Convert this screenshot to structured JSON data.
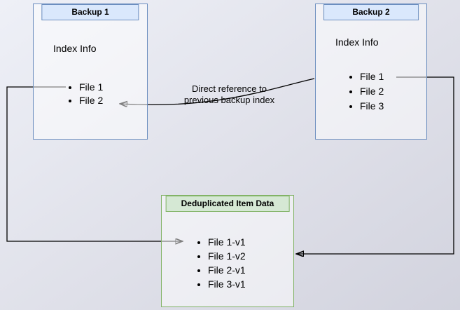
{
  "backup1": {
    "title": "Backup 1",
    "header": "Index Info",
    "items": [
      "File 1",
      "File 2"
    ]
  },
  "backup2": {
    "title": "Backup 2",
    "header": "Index Info",
    "items": [
      "File 1",
      "File 2",
      "File 3"
    ]
  },
  "dedup": {
    "title": "Deduplicated Item Data",
    "items": [
      "File 1-v1",
      "File 1-v2",
      "File 2-v1",
      "File 3-v1"
    ]
  },
  "annotation": {
    "text": "Direct reference to\nprevious backup index"
  },
  "colors": {
    "blue_fill": "#dae8fc",
    "blue_border": "#6c8ebf",
    "green_fill": "#d5e8d4",
    "green_border": "#82b366",
    "arrow": "#000000"
  }
}
